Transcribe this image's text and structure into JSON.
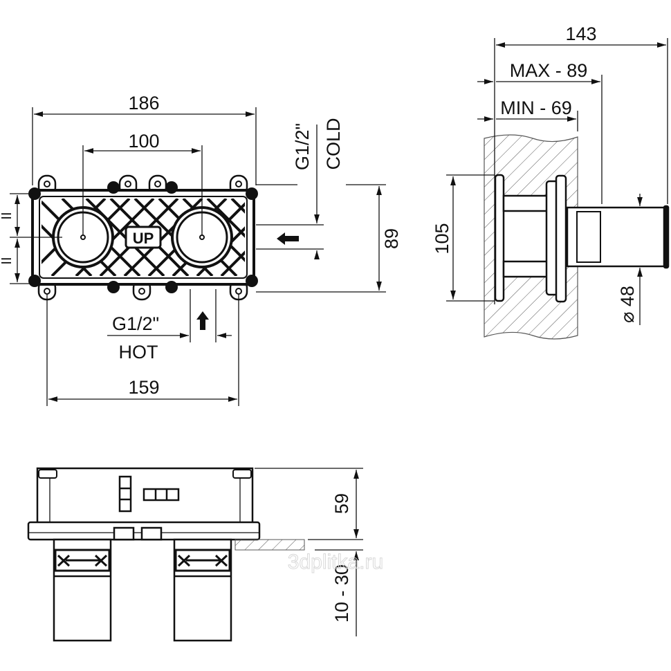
{
  "front_view": {
    "dim_width_total": "186",
    "dim_centers": "100",
    "dim_mount_width": "159",
    "dim_height": "89",
    "cold_label_size": "G1/2\"",
    "cold_label": "COLD",
    "hot_label_size": "G1/2\"",
    "hot_label": "HOT",
    "up_mark": "UP",
    "equal_mark": "II"
  },
  "side_view": {
    "dim_total_depth": "143",
    "dim_max": "MAX - 89",
    "dim_min": "MIN - 69",
    "dim_flange_height": "105",
    "dim_diameter": "⌀ 48"
  },
  "top_view": {
    "dim_body_height": "59",
    "dim_adjust": "10 - 30"
  },
  "watermark": "3dplitka.ru"
}
